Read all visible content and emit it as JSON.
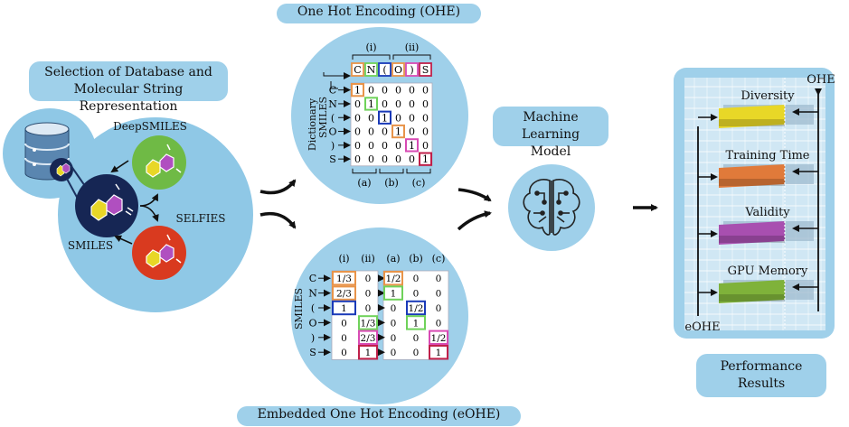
{
  "titles": {
    "selection_line1": "Selection of Database and",
    "selection_line2": "Molecular String Representation",
    "ohe": "One Hot Encoding (OHE)",
    "eohe": "Embedded One Hot Encoding (eOHE)",
    "ml_line1": "Machine Learning",
    "ml_line2": "Model",
    "perf_line1": "Performance",
    "perf_line2": "Results"
  },
  "representations": {
    "deepsmiles": "DeepSMILES",
    "selfies": "SELFIES",
    "smiles": "SMILES"
  },
  "ohe_matrix": {
    "side_label_1": "Dictionary",
    "side_label_2": "SMILES",
    "columns": [
      "C",
      "N",
      "(",
      "O",
      ")",
      "S"
    ],
    "rows": [
      "C",
      "N",
      "(",
      "O",
      ")",
      "S"
    ],
    "top_groups": [
      "(i)",
      "(ii)"
    ],
    "bottom_groups": [
      "(a)",
      "(b)",
      "(c)"
    ],
    "cells": [
      [
        "1",
        "0",
        "0",
        "0",
        "0",
        "0"
      ],
      [
        "0",
        "1",
        "0",
        "0",
        "0",
        "0"
      ],
      [
        "0",
        "0",
        "1",
        "0",
        "0",
        "0"
      ],
      [
        "0",
        "0",
        "0",
        "1",
        "0",
        "0"
      ],
      [
        "0",
        "0",
        "0",
        "0",
        "1",
        "0"
      ],
      [
        "0",
        "0",
        "0",
        "0",
        "0",
        "1"
      ]
    ]
  },
  "eohe_matrix": {
    "side_label": "SMILES",
    "rows": [
      "C",
      "N",
      "(",
      "O",
      ")",
      "S"
    ],
    "left_headers": [
      "(i)",
      "(ii)"
    ],
    "right_headers": [
      "(a)",
      "(b)",
      "(c)"
    ],
    "left_cells": [
      [
        "1/3",
        "0"
      ],
      [
        "2/3",
        "0"
      ],
      [
        "1",
        "0"
      ],
      [
        "0",
        "1/3"
      ],
      [
        "0",
        "2/3"
      ],
      [
        "0",
        "1"
      ]
    ],
    "right_cells": [
      [
        "1/2",
        "0",
        "0"
      ],
      [
        "1",
        "0",
        "0"
      ],
      [
        "0",
        "1/2",
        "0"
      ],
      [
        "0",
        "1",
        "0"
      ],
      [
        "0",
        "0",
        "1/2"
      ],
      [
        "0",
        "0",
        "1"
      ]
    ]
  },
  "performance": {
    "ohe_label": "OHE",
    "eohe_label": "eOHE",
    "metrics": [
      {
        "label": "Diversity",
        "color": "#e8d727"
      },
      {
        "label": "Training Time",
        "color": "#e07a3a"
      },
      {
        "label": "Validity",
        "color": "#a84fb0"
      },
      {
        "label": "GPU Memory",
        "color": "#7fb23a"
      }
    ]
  },
  "colors": {
    "panel": "#9fd0ea",
    "bg_blob": "#8fc8e6",
    "ohe_orange": "#e8944a",
    "ohe_green": "#6fd25a",
    "ohe_blue": "#1a3ab8",
    "ohe_pink": "#d84bb4",
    "ohe_red": "#c0204a"
  },
  "icons": {
    "database": "database-icon",
    "brain": "brain-circuit-icon"
  }
}
